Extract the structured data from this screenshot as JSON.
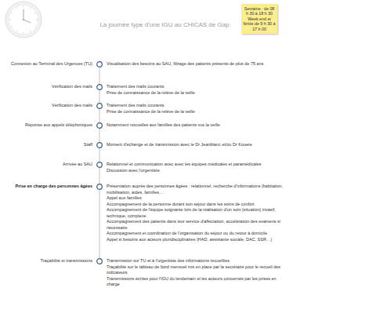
{
  "diagram": {
    "title": "La journée type d'une IGU au CHICAS de Gap",
    "nodes": [
      {
        "text": [
          "Semaine : de 08 h 30 à 18 h 30",
          "Week end et fériés de 9 h 30 à 17 h 00"
        ]
      },
      {
        "text": [
          "Connexion au Terminal des Urgences (TU)",
          "Visualisation des besoins au SAU, filtrage des patients présents de plus de 75 ans"
        ]
      },
      {
        "text": [
          "Vérification des mails",
          "Traitement des mails courants",
          "Prise de connaissance de la relève de la veille"
        ]
      },
      {
        "text": [
          "Vérification des mails",
          "Traitement des mails courants",
          "Prise de connaissance de la relève de la veille"
        ]
      },
      {
        "text": [
          "Réponse aux appels téléphoniques",
          "Notamment nouvelles aux familles des patients vus la veille"
        ]
      },
      {
        "text": [
          "Staff",
          "Moment d'échange et de transmission avec le Dr Jeanblanc et/ou Dr Kouete"
        ]
      },
      {
        "text": [
          "Arrivée au SAU",
          "Relationnel et communication avec avec les équipes médicales et paramédicales",
          "Discussion avec l'urgentiste"
        ]
      },
      {
        "text": [
          "Prise en charge des personnes âgées",
          "Présentation auprès des personnes âgées : relationnel, recherche d'informations (habitation, mobilisation, aides, familles,…",
          "Appel aux familles",
          "Accompagnement de la personne durant son séjour dans les soins de confort",
          "Accompagnement de l'équipe soignante lors de la réalisation d'un soin (situation) invasif, technique, complexe",
          "Accompagnement des patients dans leur service d'affectation, accélération des examens si nécessaire",
          "Accompagnement et coordination de l'organisation du séjour ou du retour à domicile",
          "Appel si besoins aux acteurs pluridisciplinaires (HAD, assistante sociale, DAC, SSR…)"
        ]
      },
      {
        "text": [
          "Traçabilité et transmissions",
          "Transmission sur TU et à l'urgentiste des informations recueillies",
          "Traçabilité sur le tableau de bord mensuel mis en place par la secrétaire pour le recueil des indicateurs",
          "Transmissions écrites pour l'IGU du lendemain et les acteurs concernés par les prises en charge"
        ]
      }
    ],
    "edges": [
      {
        "from": 1,
        "to": 2,
        "arrow": "none"
      },
      {
        "from": 2,
        "to": 3,
        "arrow": "none"
      },
      {
        "from": 3,
        "to": 4,
        "arrow": "none"
      },
      {
        "from": 4,
        "to": 5,
        "arrow": "none"
      },
      {
        "from": 5,
        "to": 6,
        "arrow": "none"
      },
      {
        "from": 6,
        "to": 7,
        "arrow": "none"
      },
      {
        "from": 7,
        "to": 8,
        "arrow": "none"
      }
    ]
  }
}
